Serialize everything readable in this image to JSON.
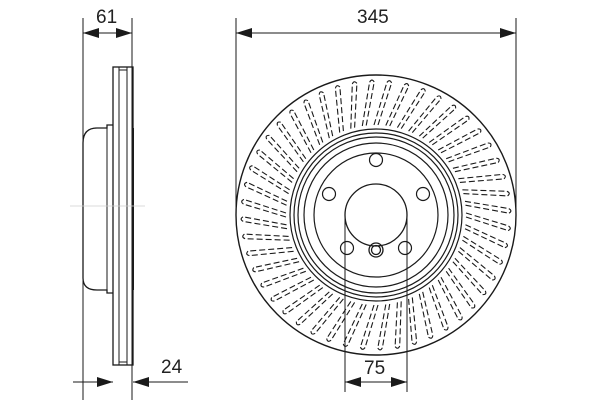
{
  "drawing": {
    "subject": "Brake disc technical drawing (side view and front view)",
    "stroke_color": "#1a1a1a",
    "background": "#ffffff"
  },
  "dimensions": {
    "overall_height": {
      "label": "61",
      "description": "overall disc height (side view)"
    },
    "thickness": {
      "label": "24",
      "description": "disc thickness (side view)"
    },
    "diameter": {
      "label": "345",
      "description": "outer disc diameter"
    },
    "center_bore": {
      "label": "75",
      "description": "center bore diameter"
    }
  },
  "front_view": {
    "bolt_holes": 5,
    "threaded_holes": 1,
    "vent_slots": 48
  }
}
